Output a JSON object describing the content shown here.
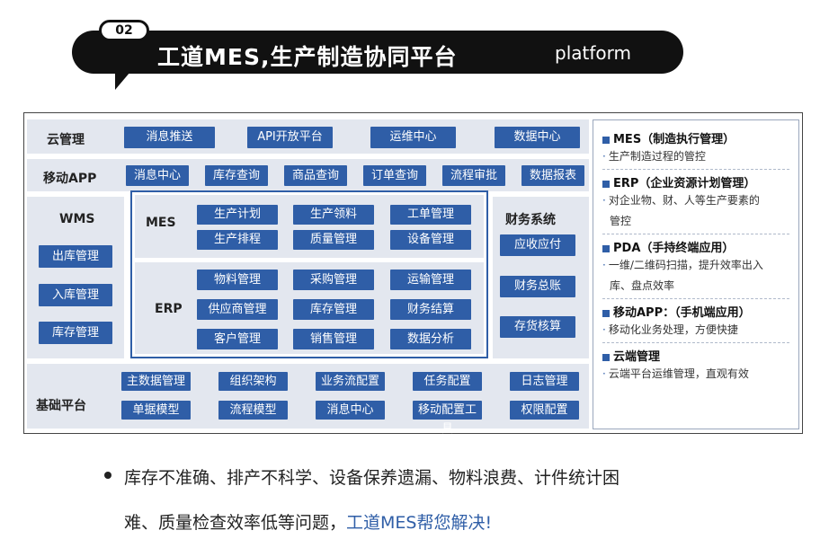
{
  "header": {
    "badge": "02",
    "title": "工道MES,生产制造协同平台",
    "subtitle": "platform"
  },
  "rows": {
    "cloud": {
      "label": "云管理",
      "items": [
        "消息推送",
        "API开放平台",
        "运维中心",
        "数据中心"
      ]
    },
    "mobile": {
      "label": "移动APP",
      "items": [
        "消息中心",
        "库存查询",
        "商品查询",
        "订单查询",
        "流程审批",
        "数据报表"
      ]
    },
    "wms": {
      "label": "WMS",
      "items": [
        "出库管理",
        "入库管理",
        "库存管理"
      ]
    },
    "mes": {
      "label": "MES",
      "items": [
        "生产计划",
        "生产领料",
        "工单管理",
        "生产排程",
        "质量管理",
        "设备管理"
      ]
    },
    "erp": {
      "label": "ERP",
      "items": [
        "物料管理",
        "采购管理",
        "运输管理",
        "供应商管理",
        "库存管理",
        "财务结算",
        "客户管理",
        "销售管理",
        "数据分析"
      ]
    },
    "finance": {
      "label": "财务系统",
      "items": [
        "应收应付",
        "财务总账",
        "存货核算"
      ]
    },
    "base": {
      "label": "基础平台",
      "items": [
        "主数据管理",
        "组织架构",
        "业务流配置",
        "任务配置",
        "日志管理",
        "单据模型",
        "流程模型",
        "消息中心",
        "移动配置工具",
        "权限配置"
      ]
    }
  },
  "notes": [
    {
      "title": "MES（制造执行管理）",
      "lines": [
        "生产制造过程的管控"
      ]
    },
    {
      "title": "ERP（企业资源计划管理）",
      "lines": [
        "对企业物、财、人等生产要素的",
        "管控"
      ]
    },
    {
      "title": "PDA（手持终端应用）",
      "lines": [
        "一维/二维码扫描，提升效率出入",
        "库、盘点效率"
      ]
    },
    {
      "title": "移动APP：（手机端应用）",
      "lines": [
        "移动化业务处理，方便快捷"
      ]
    },
    {
      "title": "云端管理",
      "lines": [
        "云端平台运维管理，直观有效"
      ]
    }
  ],
  "bottom": {
    "line1": "库存不准确、排产不科学、设备保养遗漏、物料浪费、计件统计困",
    "line2_plain": "难、质量检查效率低等问题，",
    "line2_highlight": "工道MES帮您解决!"
  },
  "colors": {
    "button": "#2f5ea7",
    "panel": "#e3e7ef",
    "banner": "#111111",
    "highlight": "#2f5ea7"
  }
}
